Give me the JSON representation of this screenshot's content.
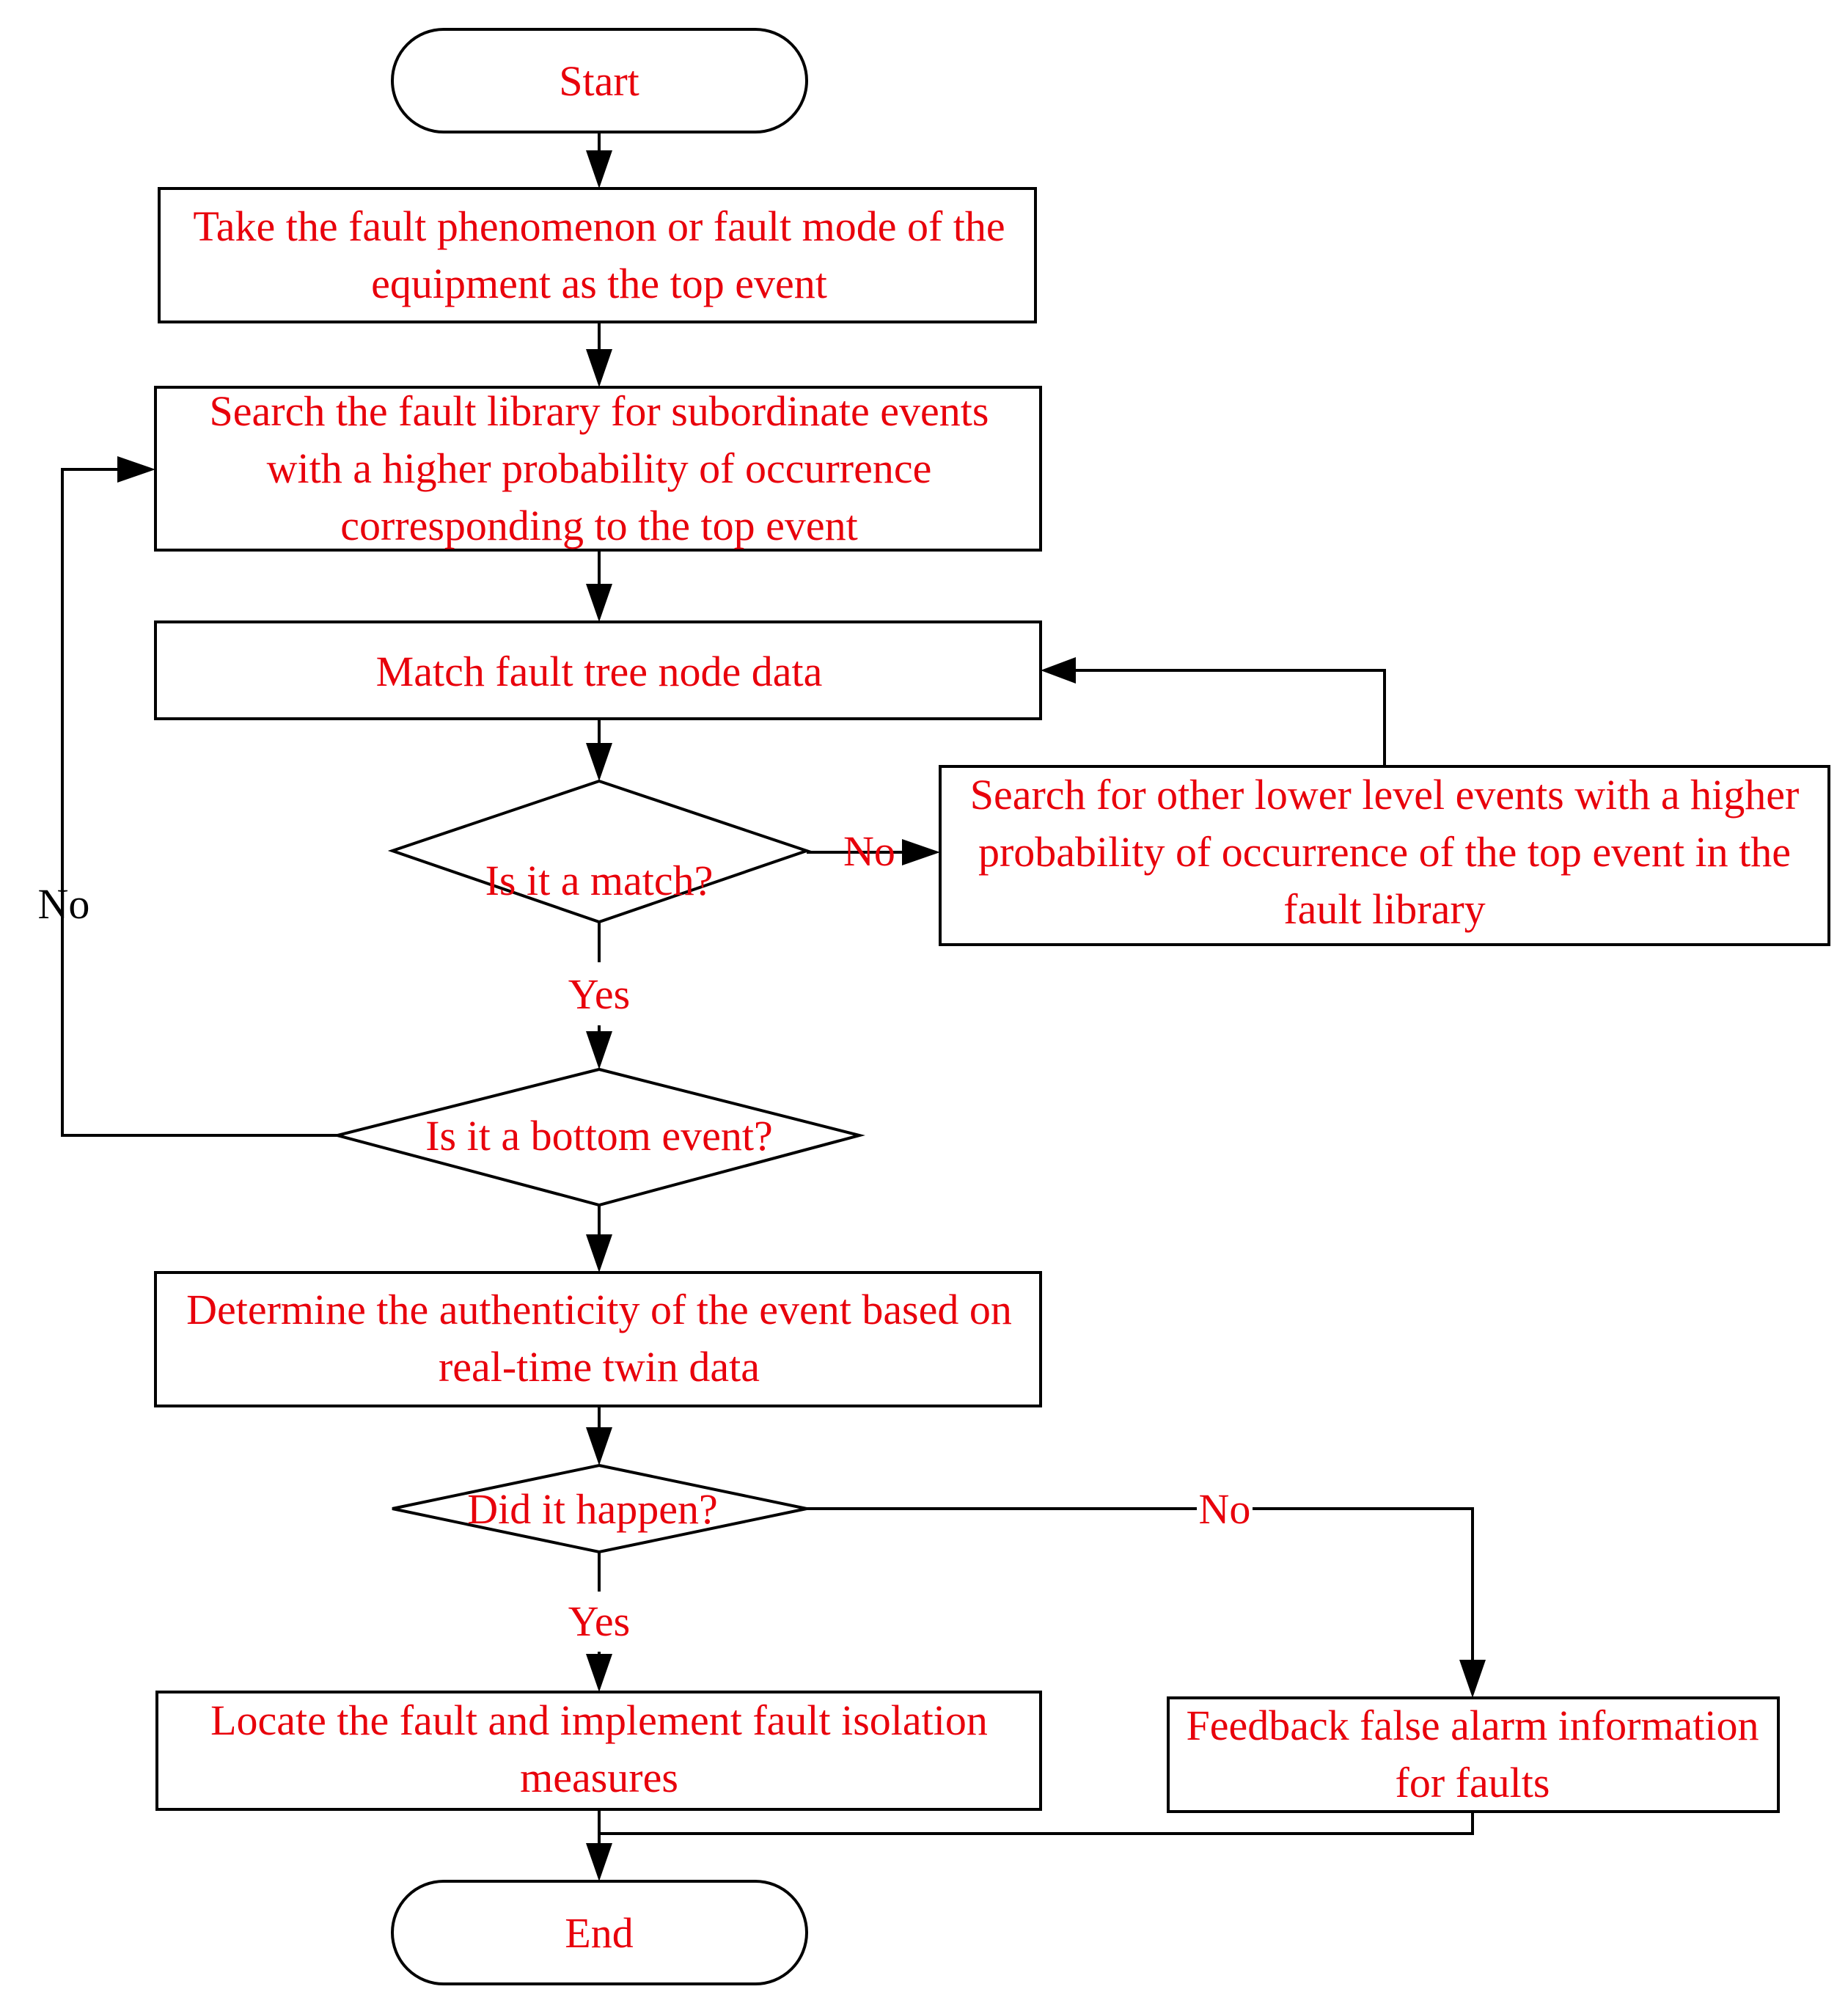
{
  "nodes": {
    "start": {
      "lines": [
        "Start"
      ]
    },
    "top_event": {
      "lines": [
        "Take the fault phenomenon or fault mode of the",
        "equipment as the top event"
      ]
    },
    "search_library": {
      "lines": [
        "Search the fault library for subordinate events",
        "with a higher probability of occurrence",
        "corresponding to the top event"
      ]
    },
    "match_data": {
      "lines": [
        "Match fault tree node data"
      ]
    },
    "is_match": {
      "lines": [
        "Is it a match?"
      ]
    },
    "search_other": {
      "lines": [
        "Search for other lower level events with a higher",
        "probability of occurrence of the top event in the",
        "fault library"
      ]
    },
    "is_bottom": {
      "lines": [
        "Is it a bottom event?"
      ]
    },
    "determine": {
      "lines": [
        "Determine the authenticity of the event based on",
        "real-time twin data"
      ]
    },
    "did_happen": {
      "lines": [
        "Did it happen?"
      ]
    },
    "locate": {
      "lines": [
        "Locate the fault and implement fault isolation",
        "measures"
      ]
    },
    "feedback": {
      "lines": [
        "Feedback false alarm information",
        "for faults"
      ]
    },
    "end": {
      "lines": [
        "End"
      ]
    }
  },
  "edge_labels": {
    "match_no": "No",
    "match_yes": "Yes",
    "bottom_no": "No",
    "happen_no": "No",
    "happen_yes": "Yes"
  }
}
